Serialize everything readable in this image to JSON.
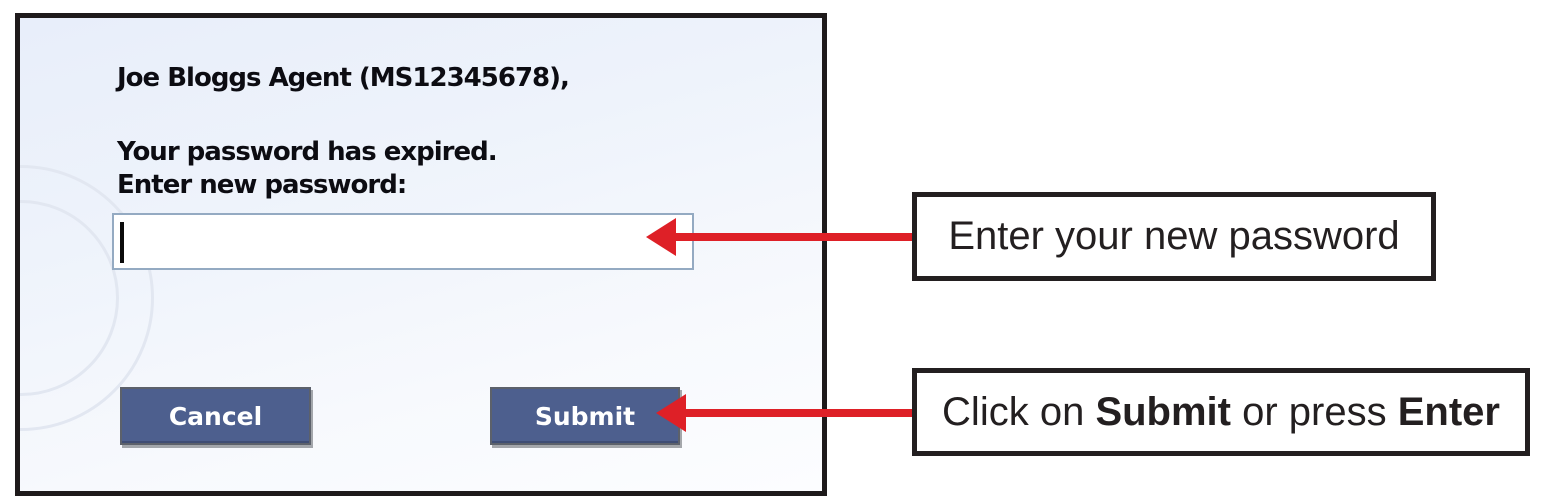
{
  "dialog": {
    "greeting": "Joe Bloggs Agent (MS12345678),",
    "message_line1": "Your password has expired.",
    "message_line2": "Enter new password:",
    "password_input": {
      "value": "",
      "placeholder": ""
    },
    "cancel_label": "Cancel",
    "submit_label": "Submit",
    "colors": {
      "border": "#1e1a1b",
      "background_top": "#e8eefa",
      "background_bottom": "#fcfdff",
      "button_bg": "#4d5f8e",
      "button_text": "#ffffff",
      "input_border": "#94aac2"
    }
  },
  "annotations": {
    "arrow_color": "#de2027",
    "box_border_color": "#231f20",
    "password_note": {
      "text": "Enter your new password"
    },
    "submit_note": {
      "seg1": "Click on ",
      "bold1": "Submit",
      "seg2": " or press ",
      "bold2": "Enter"
    }
  }
}
